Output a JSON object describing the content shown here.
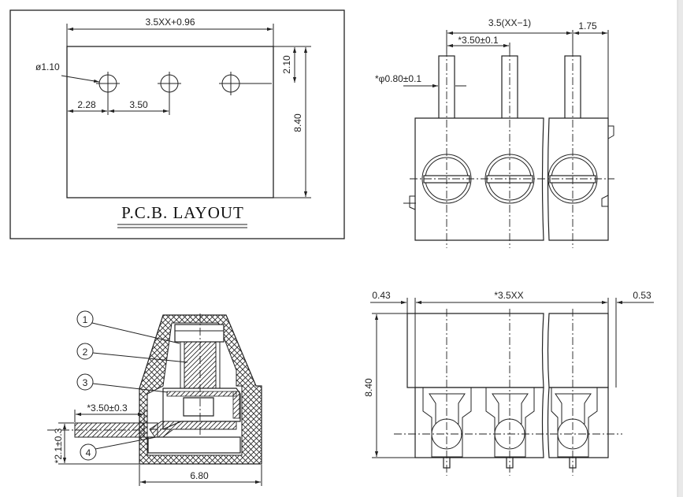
{
  "pcb_layout": {
    "title": "P.C.B. LAYOUT",
    "hole_dia": "ø1.10",
    "pitch_total": "3.5XX+0.96",
    "edge_offset": "2.28",
    "pitch": "3.50",
    "hole_from_top": "2.10",
    "depth": "8.40"
  },
  "top_view": {
    "pitch_total": "3.5(XX−1)",
    "pitch": "*3.50±0.1",
    "end_offset": "1.75",
    "pin_dia": "*φ0.80±0.1"
  },
  "side_view": {
    "callouts": [
      "1",
      "2",
      "3",
      "4"
    ],
    "pin_pitch": "*3.50±0.3",
    "pin_height": "*2.1±0.3",
    "width": "6.80"
  },
  "front_view": {
    "left_offset": "0.43",
    "pitch_total": "*3.5XX",
    "right_offset": "0.53",
    "height": "8.40"
  }
}
